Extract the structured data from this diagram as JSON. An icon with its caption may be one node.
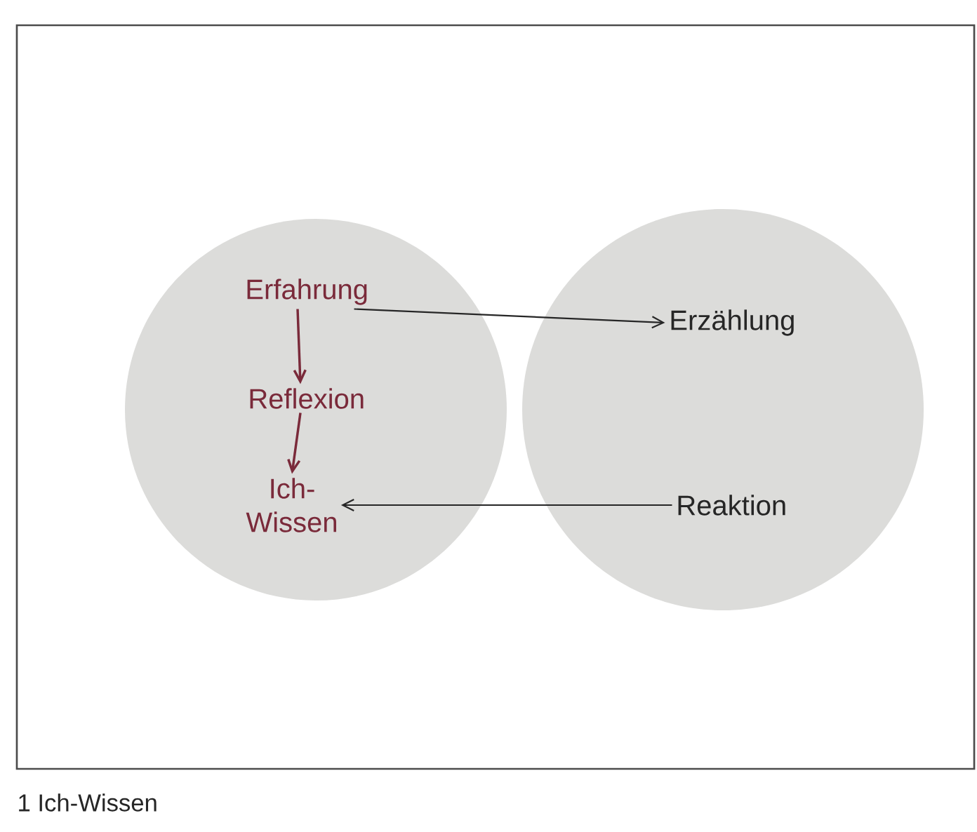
{
  "diagram": {
    "caption": "1 Ich-Wissen",
    "nodes": [
      {
        "text": [],
        "shape": "circle"
      },
      {
        "text": [],
        "shape": "circle"
      },
      {
        "text": [
          "Erfahrung"
        ],
        "in": 0
      },
      {
        "text": [
          "Reflexion"
        ],
        "in": 0
      },
      {
        "text": [
          "Ich- Wissen"
        ],
        "in": 0
      },
      {
        "text": [
          "Erzählung"
        ],
        "in": 1
      },
      {
        "text": [
          "Reaktion"
        ],
        "in": 1
      }
    ],
    "edges": [
      {
        "from": 2,
        "to": 3,
        "arrow": "to",
        "color": "#7a2a3a"
      },
      {
        "from": 3,
        "to": 4,
        "arrow": "to",
        "color": "#7a2a3a"
      },
      {
        "from": 2,
        "to": 5,
        "arrow": "to"
      },
      {
        "from": 6,
        "to": 4,
        "arrow": "to"
      }
    ]
  }
}
